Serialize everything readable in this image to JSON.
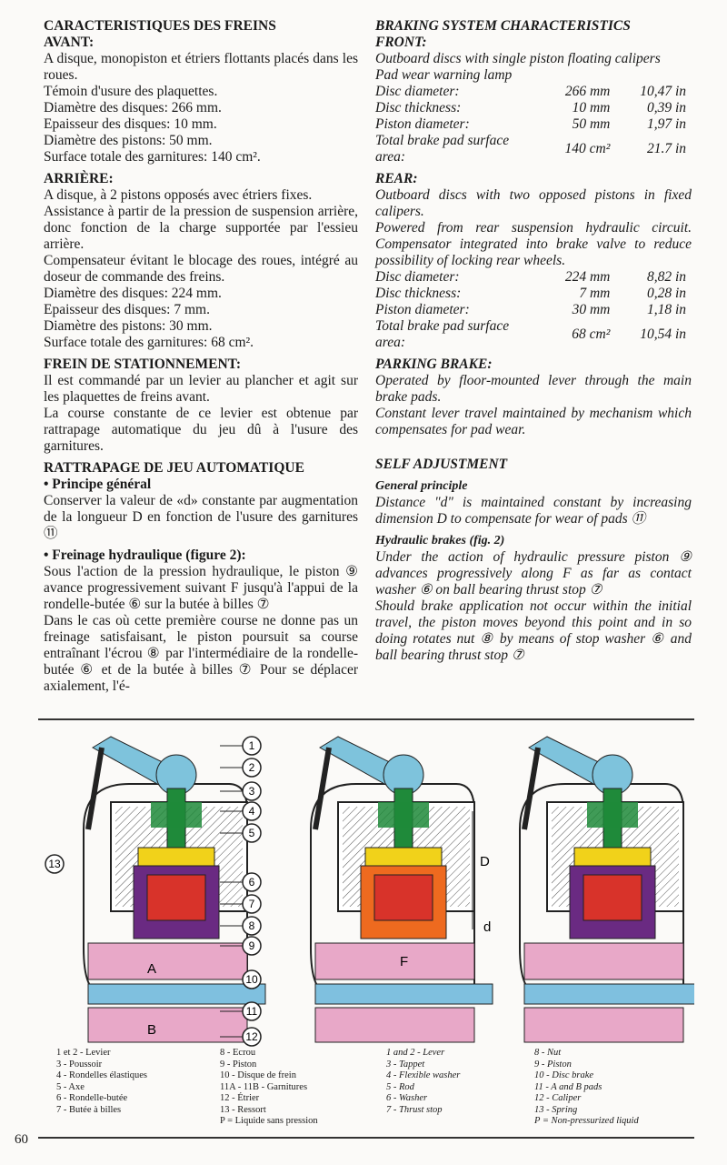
{
  "left": {
    "title": "CARACTERISTIQUES DES FREINS",
    "front_heading": "AVANT:",
    "front_lines": [
      "A disque, monopiston et étriers flottants placés dans les roues.",
      "Témoin d'usure des plaquettes.",
      "Diamètre des disques: 266 mm.",
      "Epaisseur des disques: 10 mm.",
      "Diamètre des pistons: 50 mm.",
      "Surface totale des garnitures: 140 cm²."
    ],
    "rear_heading": "ARRIÈRE:",
    "rear_lines": [
      "A disque, à 2 pistons opposés avec étriers fixes.",
      "Assistance à partir de la pression de suspension arrière, donc fonction de la charge supportée par l'essieu arrière.",
      "Compensateur évitant le blocage des roues, intégré au doseur de commande des freins.",
      "Diamètre des disques: 224 mm.",
      "Epaisseur des disques: 7 mm.",
      "Diamètre des pistons: 30 mm.",
      "Surface totale des garnitures: 68 cm²."
    ],
    "parking_heading": "FREIN DE STATIONNEMENT:",
    "parking_lines": [
      "Il est commandé par un levier au plancher et agit sur les plaquettes de freins avant.",
      "La course constante de ce levier est obtenue par rattrapage automatique du jeu dû à l'usure des garnitures."
    ],
    "adjust_heading": "RATTRAPAGE DE JEU AUTOMATIQUE",
    "principle_heading": "• Principe général",
    "principle_text": "Conserver la valeur de «d» constante par augmentation de la longueur D en fonction de l'usure des garnitures ⑪",
    "hydraulic_heading": "• Freinage hydraulique (figure 2):",
    "hydraulic_text_1": "Sous l'action de la pression hydraulique, le piston ⑨ avance progressivement suivant F jusqu'à l'appui de la rondelle-butée ⑥ sur la butée à billes ⑦",
    "hydraulic_text_2": "Dans le cas où cette première course ne donne pas un freinage satisfaisant, le piston poursuit sa course entraînant l'écrou ⑧ par l'intermédiaire de la rondelle-butée ⑥ et de la butée à billes ⑦  Pour se déplacer axialement, l'é-"
  },
  "right": {
    "title": "BRAKING SYSTEM CHARACTERISTICS",
    "front_heading": "FRONT:",
    "front_lines": [
      "Outboard discs with single piston floating calipers",
      "Pad wear warning lamp"
    ],
    "front_table": [
      [
        "Disc diameter:",
        "266 mm",
        "10,47 in"
      ],
      [
        "Disc thickness:",
        "10 mm",
        "0,39 in"
      ],
      [
        "Piston diameter:",
        "50 mm",
        "1,97 in"
      ],
      [
        "Total brake pad surface area:",
        "140 cm²",
        "21.7  in"
      ]
    ],
    "rear_heading": "REAR:",
    "rear_lines": [
      "Outboard discs with two opposed pistons in fixed calipers.",
      "Powered from rear suspension hydraulic circuit. Compensator integrated into brake valve to reduce possibility of locking rear wheels."
    ],
    "rear_table": [
      [
        "Disc diameter:",
        "224 mm",
        "8,82 in"
      ],
      [
        "Disc thickness:",
        "7 mm",
        "0,28 in"
      ],
      [
        "Piston diameter:",
        "30 mm",
        "1,18 in"
      ],
      [
        "Total brake pad surface area:",
        "68 cm²",
        "10,54 in"
      ]
    ],
    "parking_heading": "PARKING BRAKE:",
    "parking_lines": [
      "Operated by floor-mounted lever through the main brake pads.",
      "Constant lever travel maintained by mechanism which compensates for pad wear."
    ],
    "adjust_heading": "SELF ADJUSTMENT",
    "principle_heading": "General principle",
    "principle_text": "Distance \"d\" is maintained constant by increasing dimension D to compensate for wear of pads ⑪",
    "hydraulic_heading": "Hydraulic brakes (fig. 2)",
    "hydraulic_text_1": "Under the action of hydraulic pressure piston ⑨ advances progressively along F as far as contact washer ⑥ on ball bearing thrust stop ⑦",
    "hydraulic_text_2": "Should brake application not occur within the initial travel, the piston moves beyond this point and in so doing rotates nut ⑧ by means of stop washer ⑥ and ball bearing thrust stop ⑦"
  },
  "figure": {
    "callouts": [
      "1",
      "2",
      "3",
      "4",
      "5",
      "6",
      "7",
      "8",
      "9",
      "10",
      "11",
      "12",
      "13"
    ],
    "labels": {
      "A": "A",
      "B": "B",
      "D": "D",
      "d": "d",
      "F": "F"
    },
    "legend_fr_1": [
      "1 et 2 - Levier",
      "3 - Poussoir",
      "4 - Rondelles élastiques",
      "5 - Axe",
      "6 - Rondelle-butée",
      "7 - Butée à billes"
    ],
    "legend_fr_2": [
      "8 - Ecrou",
      "9 - Piston",
      "10 - Disque de frein",
      "11A - 11B - Garnitures",
      "12 - Étrier",
      "13 - Ressort",
      "P = Liquide sans pression"
    ],
    "legend_en_1": [
      "1 and 2 - Lever",
      "3 - Tappet",
      "4 - Flexible washer",
      "5 - Rod",
      "6 - Washer",
      "7 - Thrust stop"
    ],
    "legend_en_2": [
      "8 - Nut",
      "9 - Piston",
      "10 - Disc brake",
      "11 - A and B pads",
      "12 - Caliper",
      "13 - Spring",
      "P = Non-pressurized liquid"
    ]
  },
  "page_number": "60",
  "colors": {
    "lever": "#7ec3dc",
    "green": "#1f8a3a",
    "yellow": "#f1d21a",
    "red": "#d8332a",
    "orange": "#ee6a1f",
    "purple": "#6a2a82",
    "pad": "#e8a8c8",
    "disc": "#7fc0df"
  }
}
